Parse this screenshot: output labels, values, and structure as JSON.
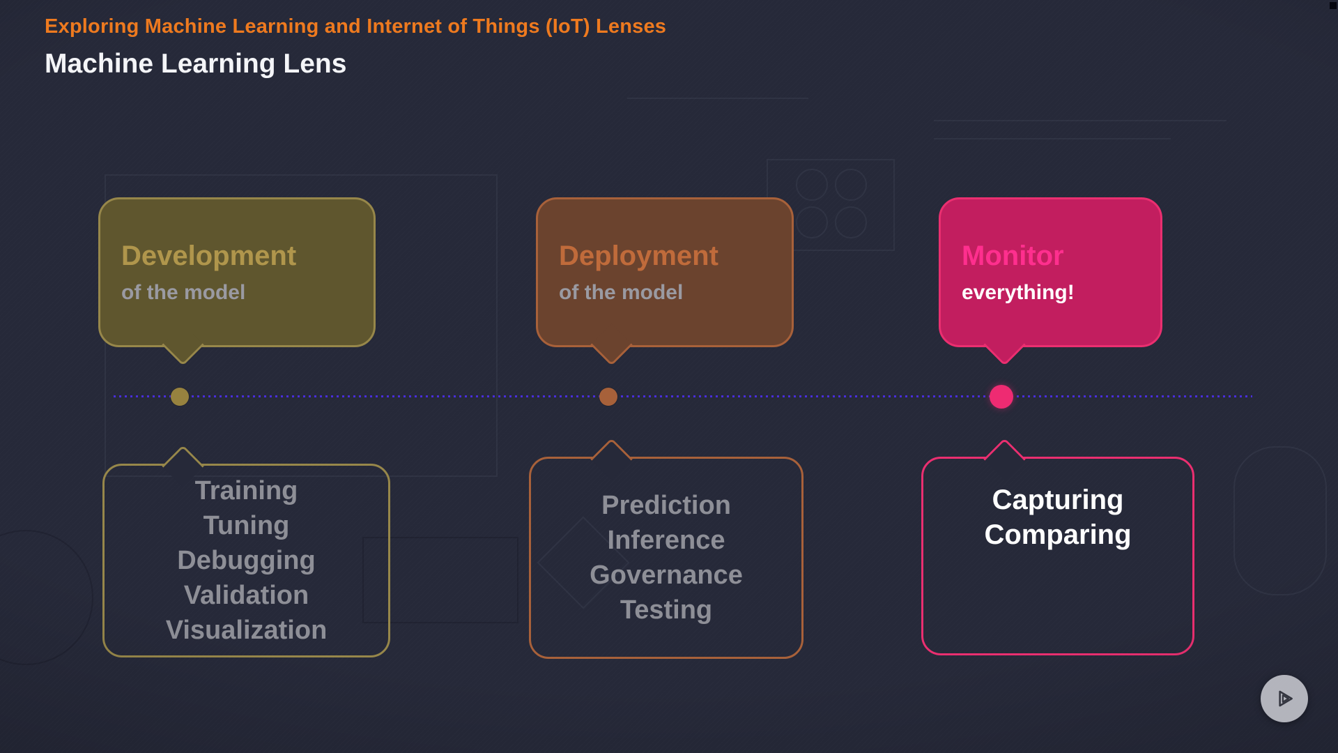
{
  "slide": {
    "kicker": "Exploring Machine Learning and Internet of Things (IoT) Lenses",
    "title": "Machine Learning Lens"
  },
  "colors": {
    "background": "#262939",
    "kicker_orange": "#ee7a1f",
    "timeline_dots": "#4b2ee2",
    "development_accent": "#97874a",
    "deployment_accent": "#a8613a",
    "monitor_accent": "#ea2f70",
    "monitor_fill": "#c21e5f"
  },
  "timeline": {
    "milestones": [
      {
        "id": "development",
        "state": "dimmed",
        "label": "Development",
        "sublabel": "of the model",
        "accent_color": "#97874a",
        "activities": [
          "Training",
          "Tuning",
          "Debugging",
          "Validation",
          "Visualization"
        ]
      },
      {
        "id": "deployment",
        "state": "dimmed",
        "label": "Deployment",
        "sublabel": "of the model",
        "accent_color": "#a8613a",
        "activities": [
          "Prediction",
          "Inference",
          "Governance",
          "Testing"
        ]
      },
      {
        "id": "monitor",
        "state": "active",
        "label": "Monitor",
        "sublabel": "everything!",
        "accent_color": "#ea2f70",
        "activities": [
          "Capturing",
          "Comparing"
        ]
      }
    ]
  },
  "player": {
    "icon": "pluralsight-play-icon"
  }
}
